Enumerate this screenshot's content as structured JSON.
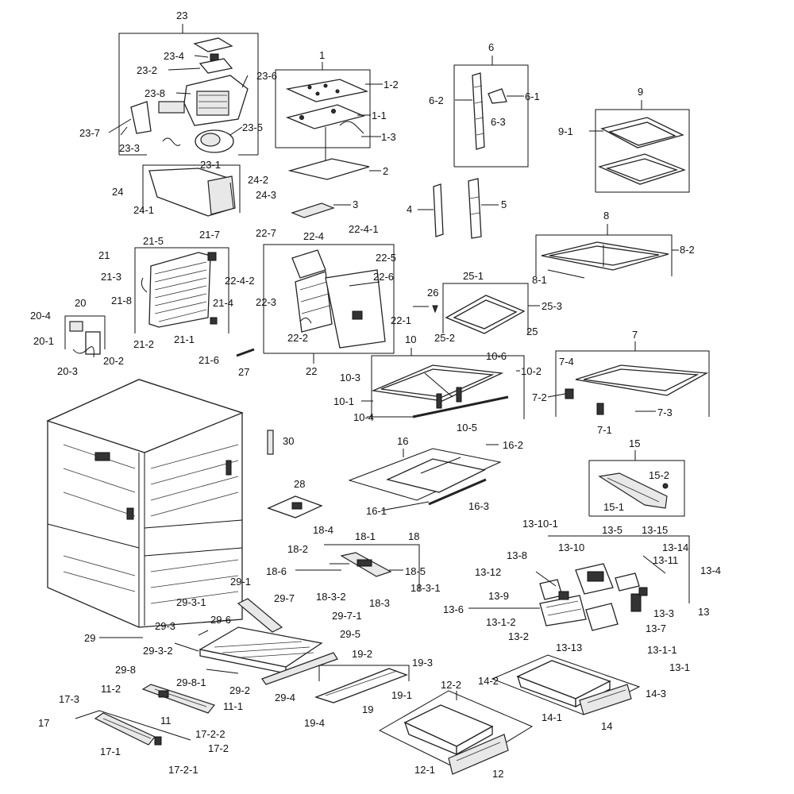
{
  "diagram": {
    "labels": [
      "23",
      "23-4",
      "23-2",
      "23-8",
      "23-6",
      "23-7",
      "23-5",
      "23-3",
      "23-1",
      "1",
      "1-2",
      "1-1",
      "1-3",
      "2",
      "3",
      "6",
      "6-2",
      "6-1",
      "6-3",
      "4",
      "5",
      "9",
      "9-1",
      "24",
      "24-2",
      "24-3",
      "24-1",
      "21",
      "21-5",
      "21-7",
      "21-3",
      "21-8",
      "21-4",
      "21-2",
      "21-1",
      "21-6",
      "20",
      "20-4",
      "20-1",
      "20-3",
      "20-2",
      "22-7",
      "22-4",
      "22-4-1",
      "22-5",
      "22-4-2",
      "22-6",
      "22-3",
      "22-1",
      "22-2",
      "22",
      "27",
      "26",
      "8",
      "8-2",
      "8-1",
      "25-1",
      "25-3",
      "25",
      "25-2",
      "10",
      "10-6",
      "10-3",
      "10-2",
      "10-1",
      "10-4",
      "10-5",
      "7",
      "7-4",
      "7-2",
      "7-3",
      "7-1",
      "30",
      "28",
      "16",
      "16-2",
      "16-1",
      "16-3",
      "15",
      "15-2",
      "15-1",
      "18-4",
      "18-1",
      "18",
      "18-2",
      "18-6",
      "18-5",
      "18-3-2",
      "18-3-1",
      "18-3",
      "13-10-1",
      "13-5",
      "13-15",
      "13-8",
      "13-10",
      "13-14",
      "13-12",
      "13-11",
      "13-4",
      "13-9",
      "13-6",
      "13-1-2",
      "13-3",
      "13",
      "13-7",
      "13-2",
      "13-13",
      "13-1-1",
      "13-1",
      "29-1",
      "29-3-1",
      "29-7",
      "29-6",
      "29-7-1",
      "29-3",
      "29-5",
      "29",
      "29-3-2",
      "29-8",
      "29-8-1",
      "29-2",
      "29-4",
      "19-2",
      "19-3",
      "19",
      "19-1",
      "19-4",
      "11-2",
      "11-1",
      "11",
      "17-3",
      "17",
      "17-2-2",
      "17-1",
      "17-2",
      "17-2-1",
      "12-2",
      "12-1",
      "12",
      "14-2",
      "14-3",
      "14-1",
      "14"
    ]
  }
}
